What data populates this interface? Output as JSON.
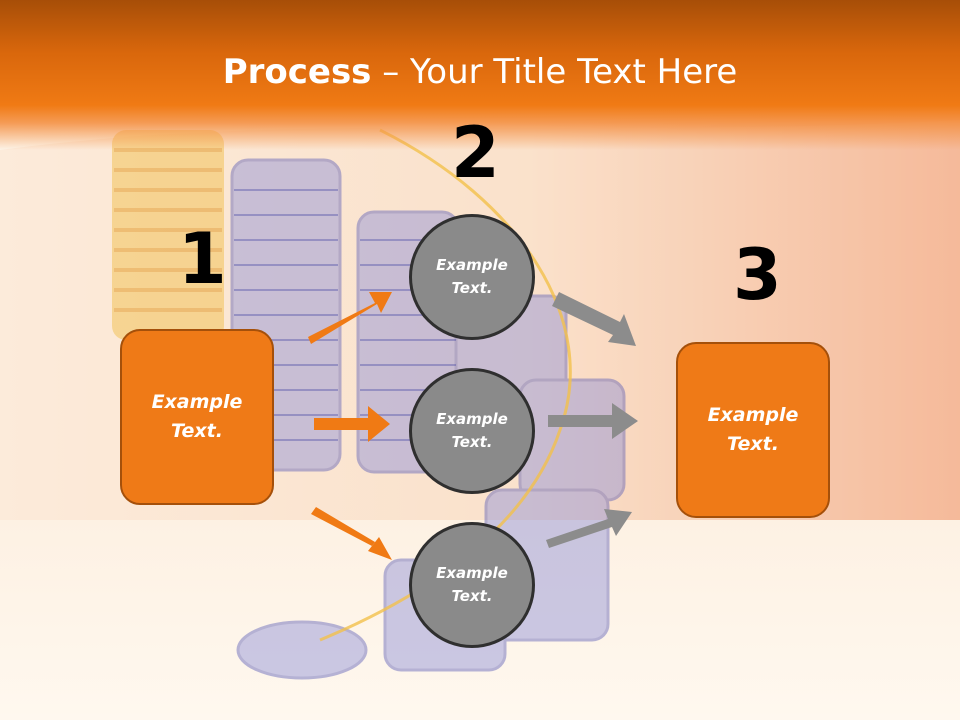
{
  "slide": {
    "title_bold": "Process",
    "title_rest": " – Your Title Text Here",
    "step_numbers": [
      "1",
      "2",
      "3"
    ],
    "left_box": "Example\nText.",
    "right_box": "Example\nText.",
    "circles": [
      "Example\nText.",
      "Example\nText.",
      "Example\nText."
    ]
  },
  "colors": {
    "accent_orange": "#ef7a17",
    "circle_gray": "#8a8a8a",
    "arrow_gray": "#8c8c8c",
    "title_band": "#d9670c"
  }
}
